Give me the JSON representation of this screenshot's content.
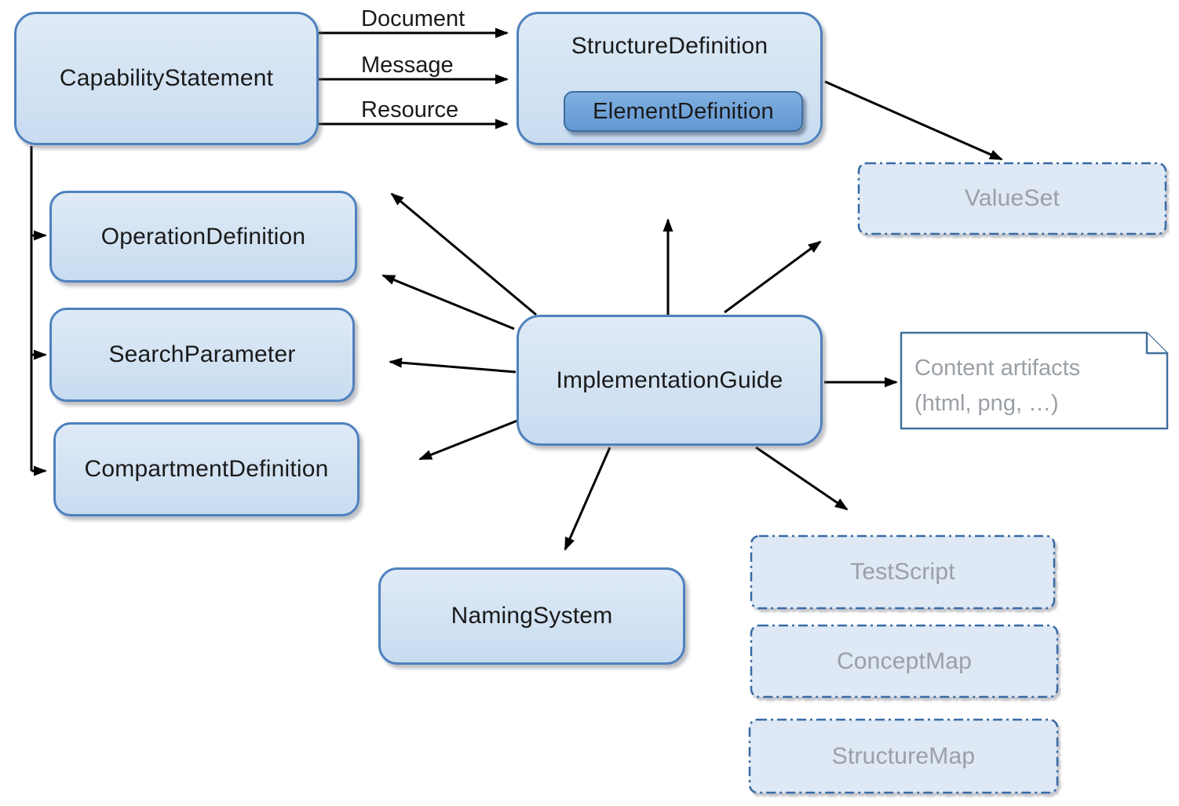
{
  "diagram": {
    "nodes": {
      "capability_statement": {
        "label": "CapabilityStatement",
        "style": "solid"
      },
      "structure_definition": {
        "label": "StructureDefinition",
        "style": "solid"
      },
      "element_definition": {
        "label": "ElementDefinition",
        "style": "solid-dark"
      },
      "value_set": {
        "label": "ValueSet",
        "style": "dash-dot"
      },
      "operation_definition": {
        "label": "OperationDefinition",
        "style": "solid"
      },
      "search_parameter": {
        "label": "SearchParameter",
        "style": "solid"
      },
      "compartment_definition": {
        "label": "CompartmentDefinition",
        "style": "solid"
      },
      "implementation_guide": {
        "label": "ImplementationGuide",
        "style": "solid"
      },
      "naming_system": {
        "label": "NamingSystem",
        "style": "solid"
      },
      "test_script": {
        "label": "TestScript",
        "style": "dash-dot"
      },
      "concept_map": {
        "label": "ConceptMap",
        "style": "dash-dot"
      },
      "structure_map": {
        "label": "StructureMap",
        "style": "dash-dot"
      },
      "content_artifacts": {
        "line1": "Content artifacts",
        "line2": "(html, png, …)",
        "style": "document"
      }
    },
    "edge_labels": {
      "document": "Document",
      "message": "Message",
      "resource": "Resource"
    },
    "colors": {
      "box_fill_top": "#dfeaf6",
      "box_fill_bottom": "#c8dcf0",
      "box_border": "#4f81bd",
      "element_fill_top": "#7fb0e0",
      "element_fill_bottom": "#6397d3",
      "element_border": "#3e6d9e",
      "dashed_fill": "#dfe9f5",
      "dashed_border": "#376ba5",
      "document_box_fill": "#ffffff",
      "document_box_border": "#41719c",
      "muted_text": "#9aa0a6",
      "label_text": "#1a1a1a",
      "arrow": "#000000"
    }
  }
}
